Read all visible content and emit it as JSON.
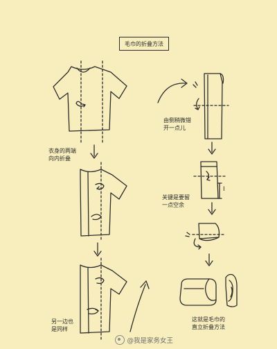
{
  "title": "毛巾的折叠方法",
  "steps": {
    "step1_label": [
      "衣身的两端",
      "向内折叠"
    ],
    "step2_label": [
      "另一边也",
      "是同样"
    ],
    "step4_label": [
      "由侧稍微错",
      "开一点儿"
    ],
    "step5_label": [
      "关键是要留",
      "一点空余"
    ],
    "step5_marker": "I",
    "final_label": [
      "这就是毛巾的",
      "直立折叠方法"
    ]
  },
  "watermark": "@我是家务女王",
  "colors": {
    "background": "#f8eebd",
    "ink": "#2b2b2b",
    "watermark": "#6e6e6e"
  }
}
